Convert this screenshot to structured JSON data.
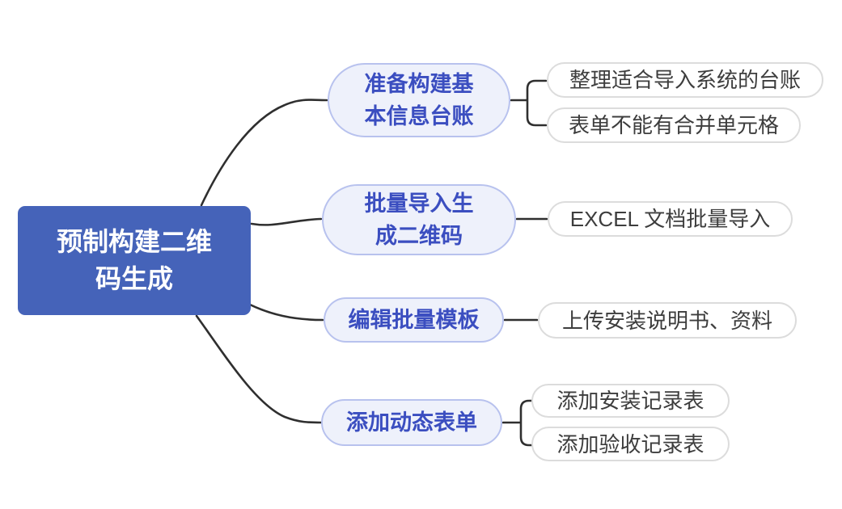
{
  "colors": {
    "root_bg": "#4563b9",
    "root_text": "#ffffff",
    "branch_bg": "#eef1fb",
    "branch_border": "#b8c2ee",
    "branch_text": "#3b4ec0",
    "leaf_bg": "#ffffff",
    "leaf_border": "#dcdcdc",
    "leaf_text": "#3d3d3d",
    "line_color": "#2f2f2f"
  },
  "root": {
    "label": "预制构建二维\n码生成"
  },
  "branches": [
    {
      "label": "准备构建基\n本信息台账",
      "children": [
        "整理适合导入系统的台账",
        "表单不能有合并单元格"
      ]
    },
    {
      "label": "批量导入生\n成二维码",
      "children": [
        "EXCEL 文档批量导入"
      ]
    },
    {
      "label": "编辑批量模板",
      "children": [
        "上传安装说明书、资料"
      ]
    },
    {
      "label": "添加动态表单",
      "children": [
        "添加安装记录表",
        "添加验收记录表"
      ]
    }
  ]
}
